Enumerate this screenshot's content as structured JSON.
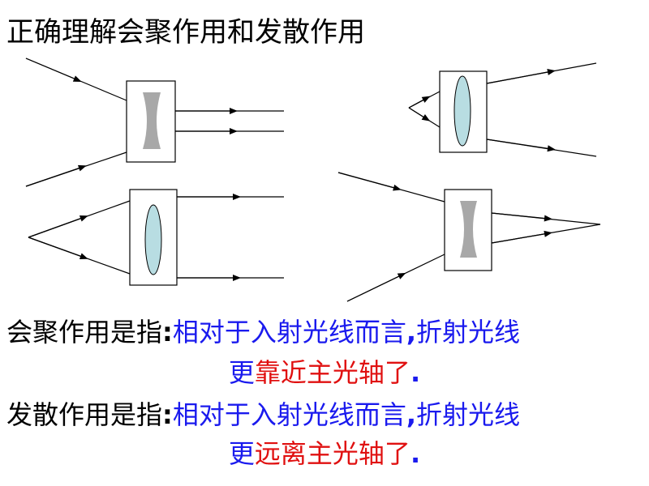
{
  "title": "正确理解会聚作用和发散作用",
  "colors": {
    "ray": "#000000",
    "lens_frame": "#000000",
    "convex_fill": "#b8dde2",
    "concave_fill": "#a8a8a8",
    "blue_text": "#1a1aee",
    "red_text": "#e01010"
  },
  "explanations": {
    "converging": {
      "label": "会聚作用是指",
      "colon": ":",
      "part1": "相对于入射光线而言",
      "comma": ",",
      "part2": "折射光线",
      "more": "更",
      "emph": "靠近",
      "tail": "主光轴了",
      "period": "."
    },
    "diverging": {
      "label": "发散作用是指",
      "colon": ":",
      "part1": "相对于入射光线而言",
      "comma": ",",
      "part2": "折射光线",
      "more": "更",
      "emph": "远离",
      "tail": "主光轴了",
      "period": "."
    }
  }
}
